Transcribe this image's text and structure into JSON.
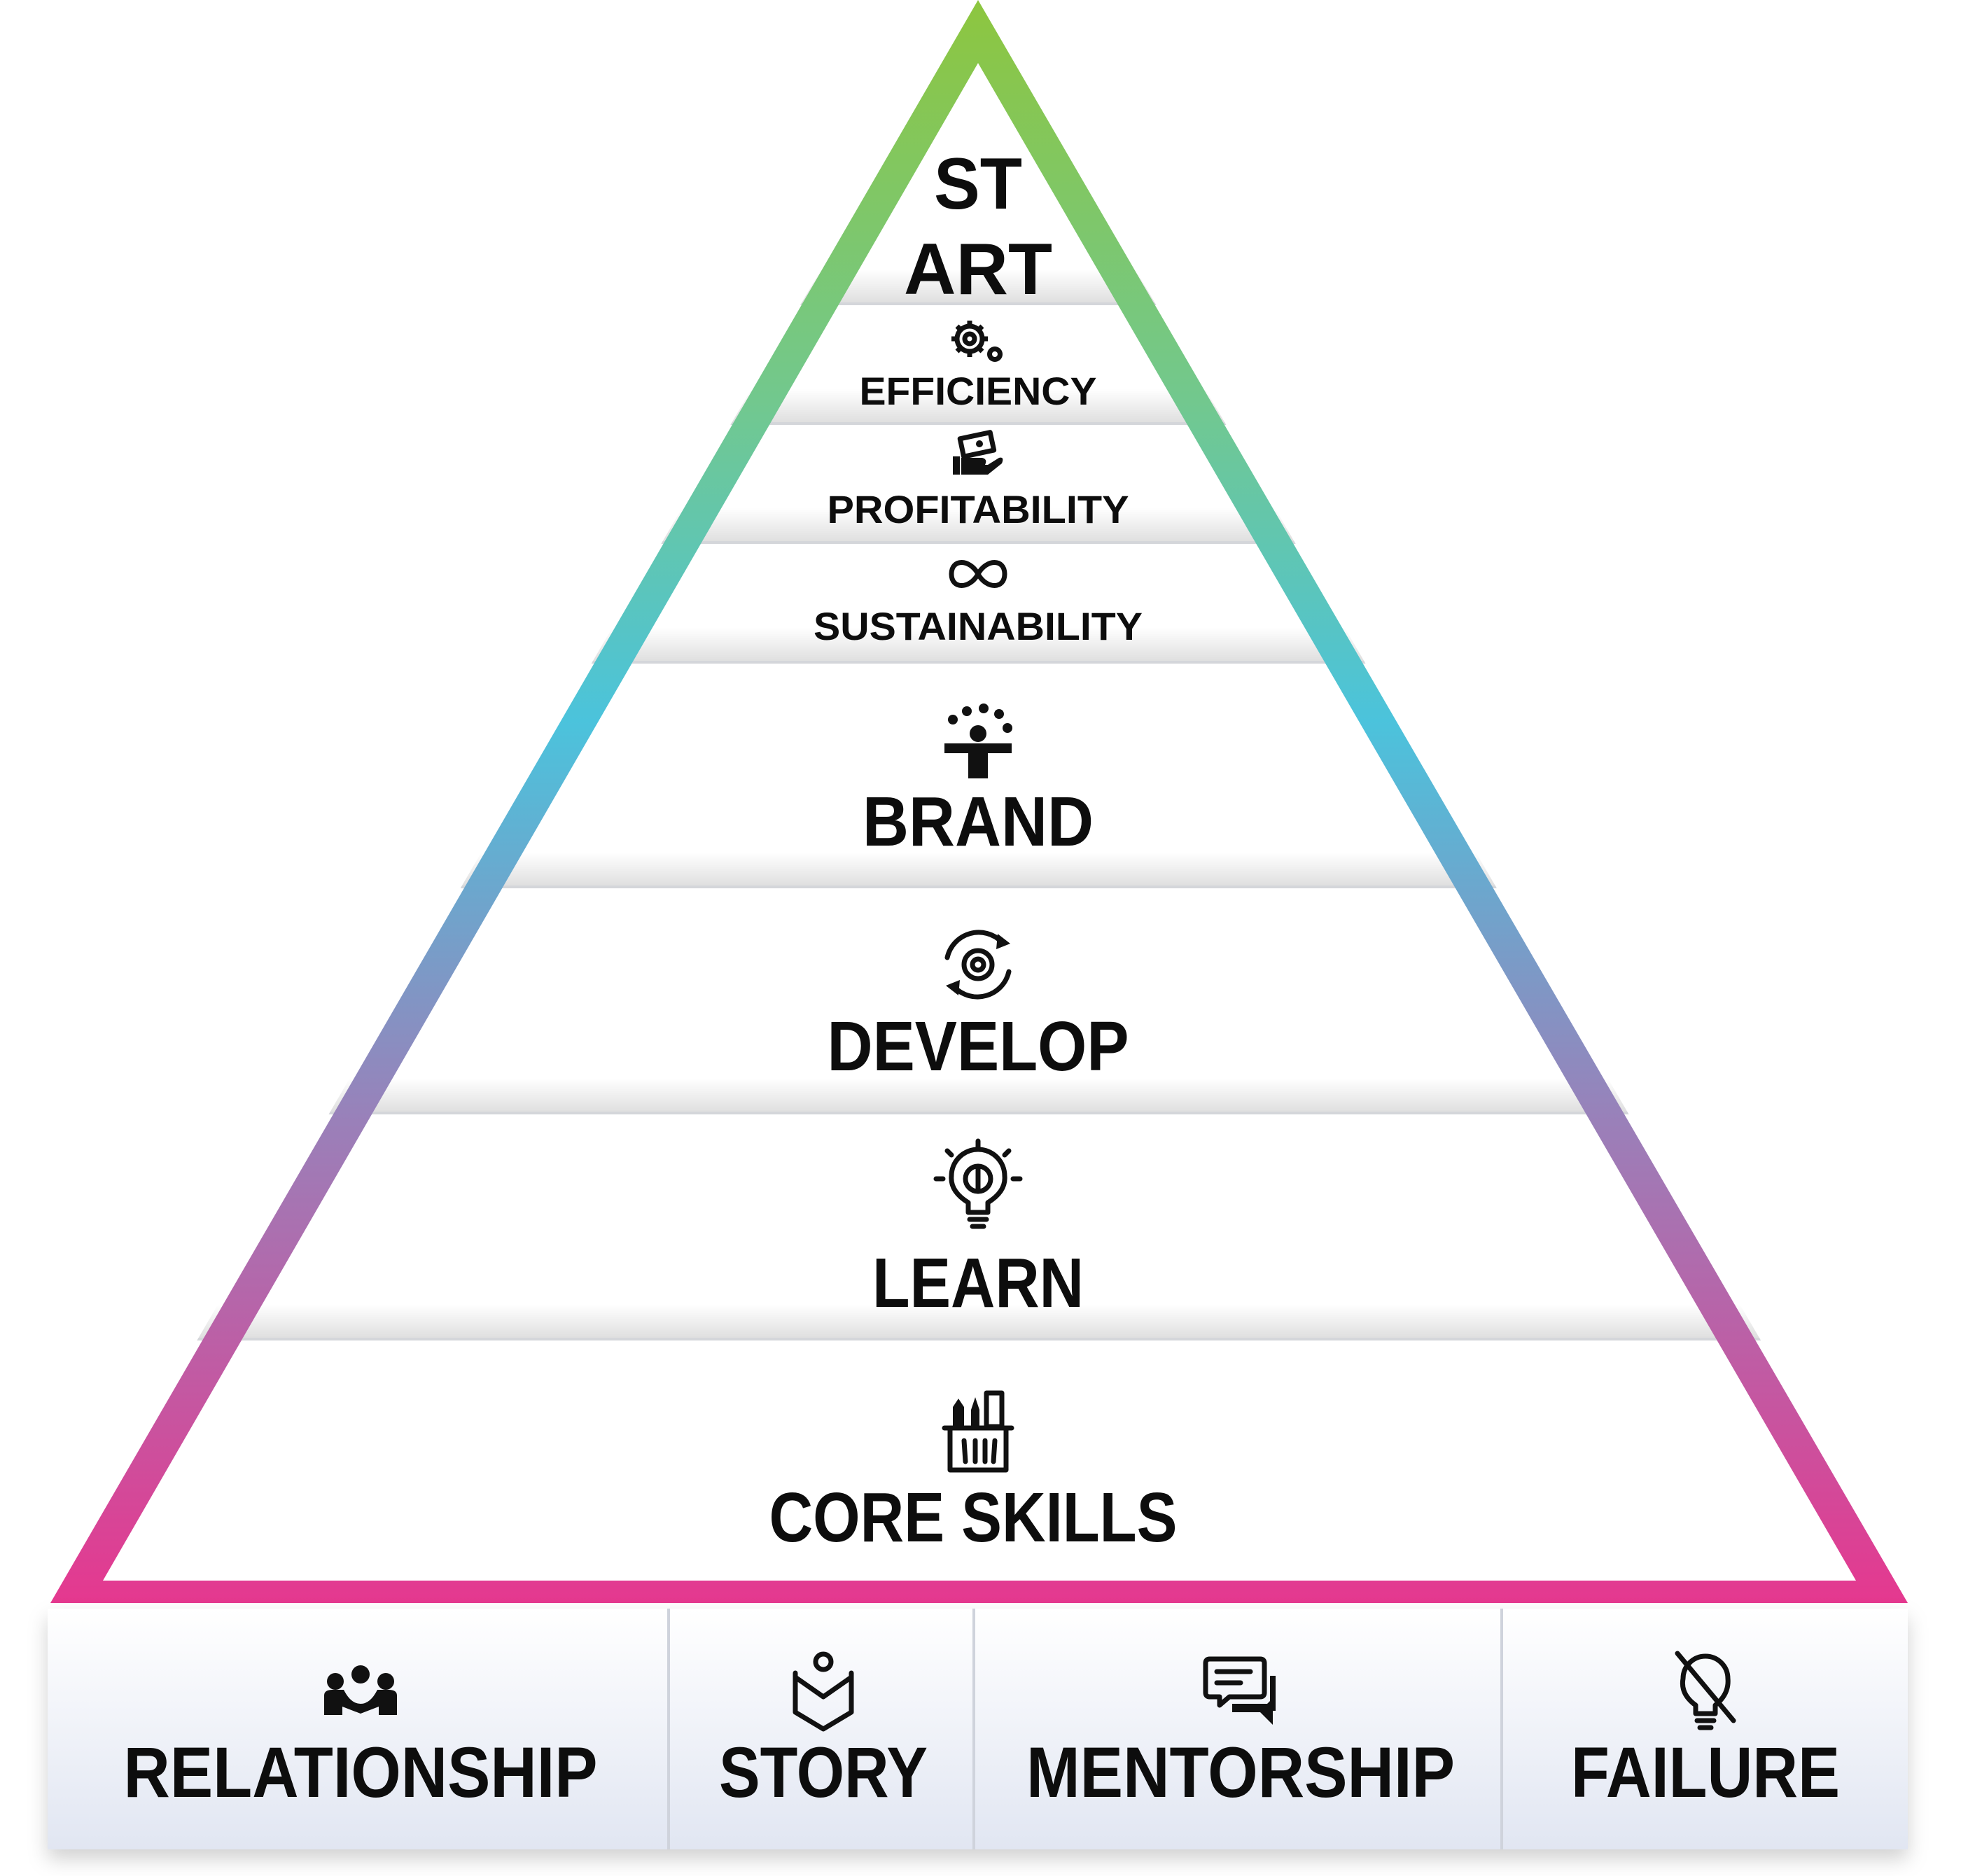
{
  "pyramid": {
    "apex": {
      "line1": "ST",
      "line2": "ART"
    },
    "tiers": [
      {
        "label": "EFFICIENCY",
        "icon": "gears-icon"
      },
      {
        "label": "PROFITABILITY",
        "icon": "money-hand-icon"
      },
      {
        "label": "SUSTAINABILITY",
        "icon": "infinity-icon"
      },
      {
        "label": "BRAND",
        "icon": "presenter-icon"
      },
      {
        "label": "DEVELOP",
        "icon": "gear-cycle-icon"
      },
      {
        "label": "LEARN",
        "icon": "lightbulb-brain-icon"
      },
      {
        "label": "CORE SKILLS",
        "icon": "tools-cup-icon"
      }
    ]
  },
  "foundation": [
    {
      "label": "RELATIONSHIP",
      "icon": "group-icon"
    },
    {
      "label": "STORY",
      "icon": "reader-book-icon"
    },
    {
      "label": "MENTORSHIP",
      "icon": "chat-bubbles-icon"
    },
    {
      "label": "FAILURE",
      "icon": "lightbulb-off-icon"
    }
  ],
  "colors": {
    "top": "#8dc63f",
    "upper": "#6cc8a0",
    "middle": "#4bc3dc",
    "lower": "#9a80b9",
    "bottom": "#e5388f"
  }
}
